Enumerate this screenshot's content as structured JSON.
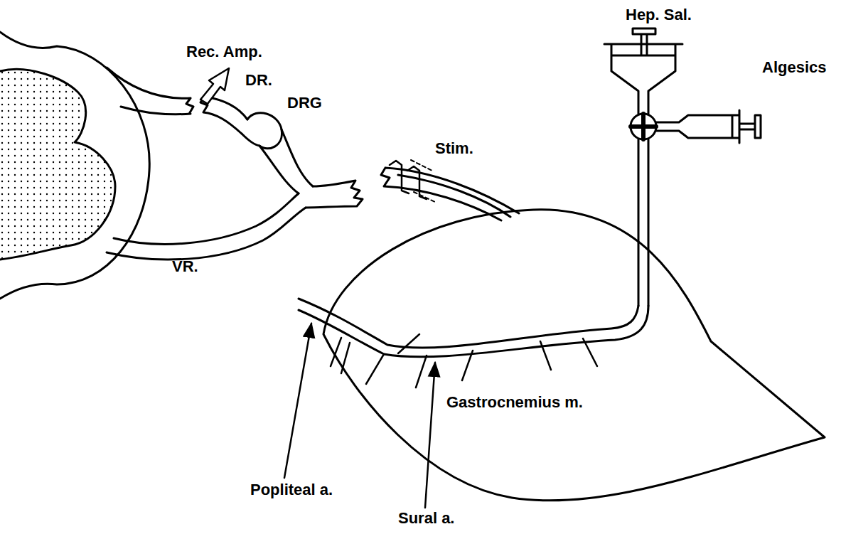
{
  "diagram": {
    "labels": [
      "Hep. Sal.",
      "Rec. Amp.",
      "Algesics",
      "DR.",
      "DRG",
      "Stim.",
      "VR.",
      "Gastrocnemius m.",
      "Popliteal a.",
      "Sural a."
    ]
  }
}
